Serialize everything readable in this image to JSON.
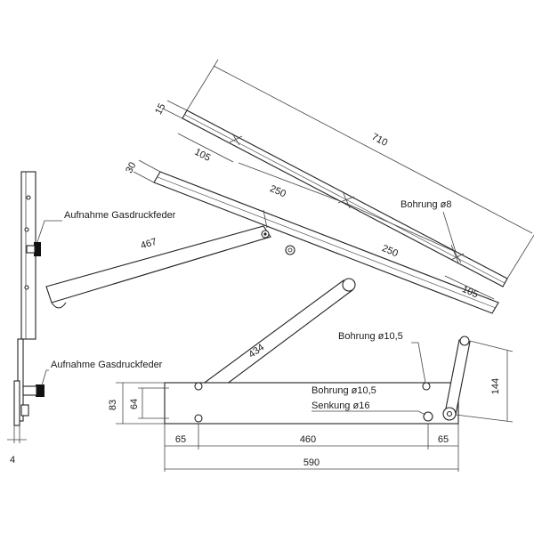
{
  "dimensions": {
    "top_plate_thickness": "15",
    "top_plate_length": "710",
    "top_plate_hole_offset": "105",
    "second_plate_thickness": "30",
    "spacing_left": "250",
    "spacing_right": "250",
    "end_offset": "105",
    "upper_arm_length": "467",
    "lower_arm_length": "434",
    "base_height_outer": "83",
    "base_height_inner": "64",
    "left_offset": "65",
    "middle_span": "460",
    "right_offset": "65",
    "total_width": "590",
    "vertical_link": "144",
    "side_thickness": "4"
  },
  "labels": {
    "gas_spring_mount_upper": "Aufnahme Gasdruckfeder",
    "gas_spring_mount_lower": "Aufnahme Gasdruckfeder",
    "bore_8": "Bohrung ø8",
    "bore_10_5_upper": "Bohrung ø10,5",
    "bore_10_5_lower": "Bohrung ø10,5",
    "countersink_16": "Senkung ø16"
  }
}
